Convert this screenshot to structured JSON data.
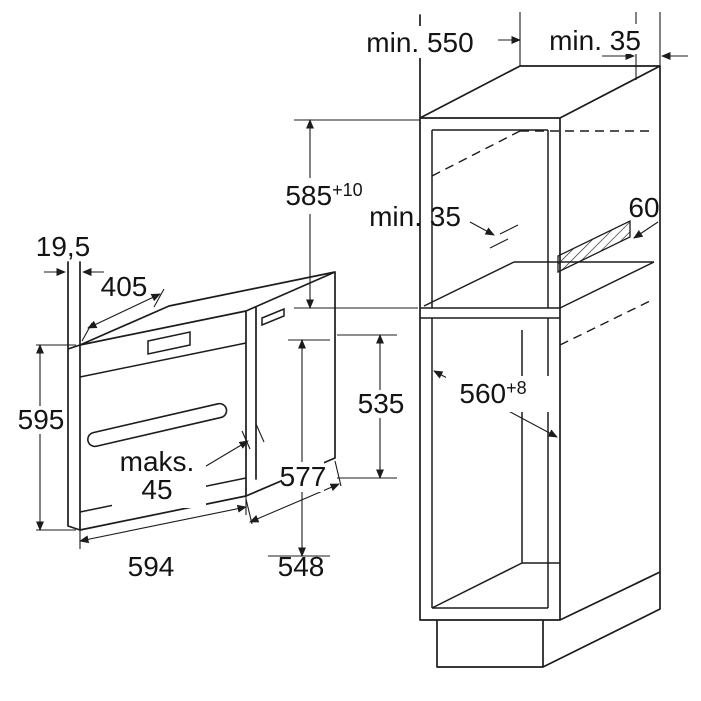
{
  "diagram_title": "built-in-oven-installation-dimensions",
  "colors": {
    "line": "#1c1c1c",
    "background": "#ffffff"
  },
  "oven": {
    "h19": "19,5",
    "d405": "405",
    "h595": "595",
    "maks1": "maks.",
    "maks2": "45",
    "h577": "577",
    "h535": "535",
    "w594": "594",
    "d548": "548"
  },
  "cabinet": {
    "min550": "min. 550",
    "min35_top": "min. 35",
    "d585": "585",
    "d585sup": "+10",
    "min35_mid": "min. 35",
    "d60": "60",
    "w560": "560",
    "w560sup": "+8"
  }
}
